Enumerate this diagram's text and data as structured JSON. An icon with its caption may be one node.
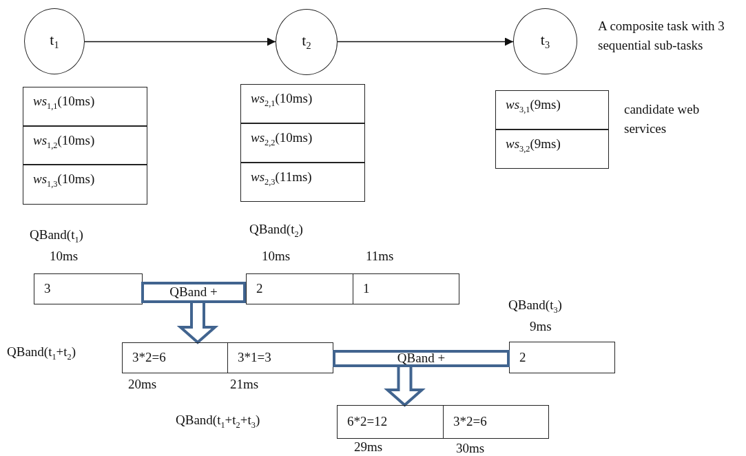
{
  "diagram": {
    "nodes": [
      {
        "text": [
          "t$_{1}$"
        ]
      },
      {
        "text": [
          "t$_{2}$"
        ]
      },
      {
        "text": [
          "t$_{3}$"
        ]
      },
      {
        "text": [
          "*ws*$_{1,1}$(10ms)"
        ]
      },
      {
        "text": [
          "*ws*$_{1,2}$(10ms)"
        ]
      },
      {
        "text": [
          "*ws*$_{1,3}$(10ms)"
        ]
      },
      {
        "text": [
          "*ws*$_{2,1}$(10ms)"
        ]
      },
      {
        "text": [
          "*ws*$_{2,2}$(10ms)"
        ]
      },
      {
        "text": [
          "*ws*$_{2,3}$(11ms)"
        ]
      },
      {
        "text": [
          "*ws*$_{3,1}$(9ms)"
        ]
      },
      {
        "text": [
          "*ws*$_{3,2}$(9ms)"
        ]
      },
      {
        "text": [
          "3"
        ],
        "beside": [
          "10ms"
        ]
      },
      {
        "text": [
          "2"
        ],
        "beside": [
          "10ms"
        ]
      },
      {
        "text": [
          "1"
        ],
        "beside": [
          "11ms"
        ]
      },
      {
        "text": [
          "QBand +"
        ]
      },
      {
        "text": [
          "3*2=6"
        ],
        "beside": [
          "20ms"
        ]
      },
      {
        "text": [
          "3*1=3"
        ],
        "beside": [
          "21ms"
        ]
      },
      {
        "text": [
          "2"
        ],
        "beside": [
          "9ms"
        ]
      },
      {
        "text": [
          "QBand +"
        ]
      },
      {
        "text": [
          "6*2=12"
        ],
        "beside": [
          "29ms"
        ]
      },
      {
        "text": [
          "3*2=6"
        ],
        "beside": [
          "30ms"
        ]
      }
    ],
    "edges": [
      {
        "from": 0,
        "to": 1,
        "arrow": "to"
      },
      {
        "from": 1,
        "to": 2,
        "arrow": "to"
      },
      {
        "from": 14,
        "to": 15,
        "arrow": "to",
        "style": "thick",
        "color": "#41648f"
      },
      {
        "from": 18,
        "to": 19,
        "arrow": "to",
        "style": "thick",
        "color": "#41648f"
      }
    ],
    "labels": [
      "A composite task with 3 sequential sub-tasks",
      "candidate web services",
      "QBand(t$_{1}$)",
      "QBand(t$_{2}$)",
      "QBand(t$_{3}$)",
      "QBand(t$_{1}$+t$_{2}$)",
      "QBand(t$_{1}$+t$_{2}$+t$_{3}$)"
    ]
  }
}
